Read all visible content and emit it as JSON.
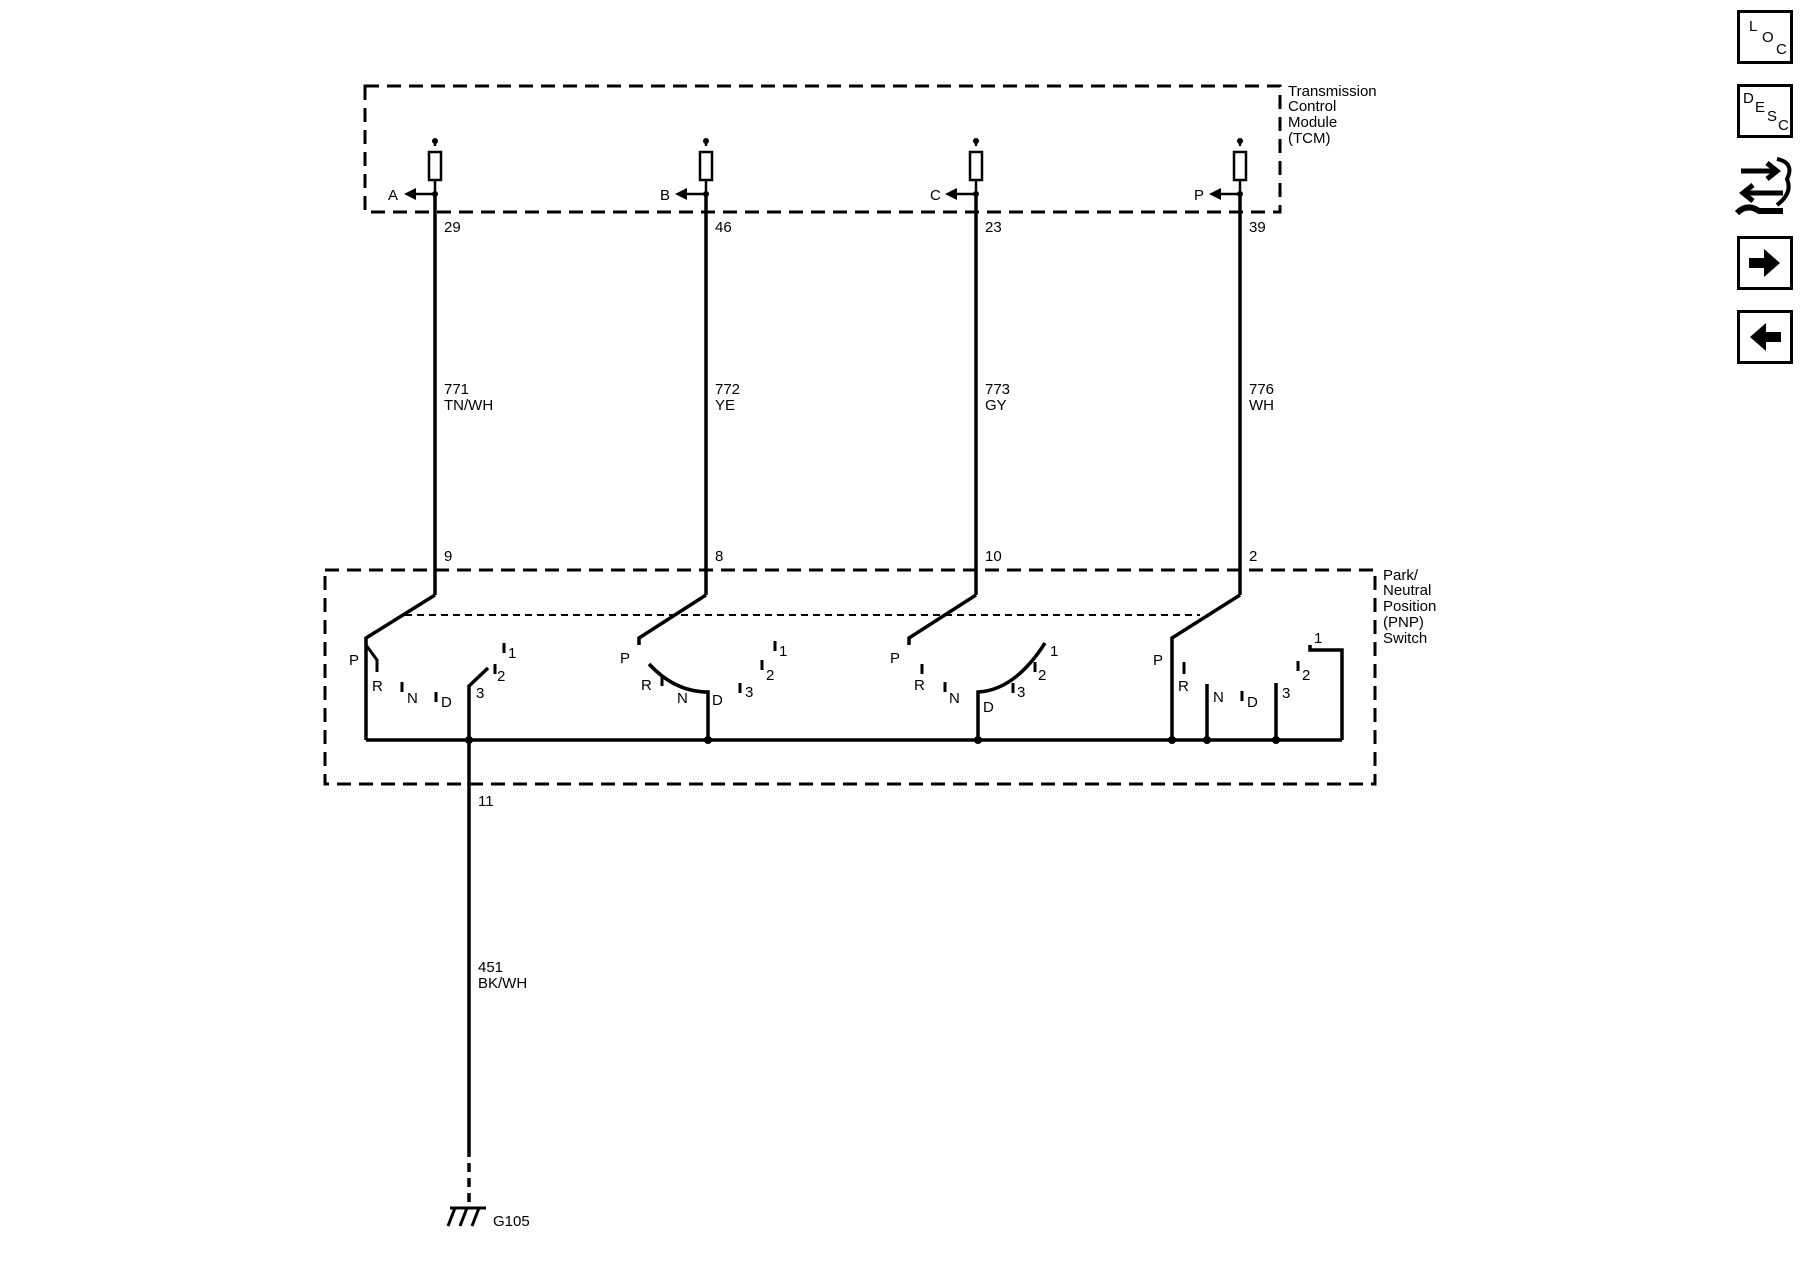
{
  "tcm": {
    "label_lines": [
      "Transmission",
      "Control",
      "Module",
      "(TCM)"
    ]
  },
  "pnp": {
    "label_lines": [
      "Park/",
      "Neutral",
      "Position",
      "(PNP)",
      "Switch"
    ]
  },
  "circuits": [
    {
      "id": "a",
      "input": "A",
      "tcm_pin": "29",
      "circuit": "771",
      "color": "TN/WH",
      "pnp_pin": "9"
    },
    {
      "id": "b",
      "input": "B",
      "tcm_pin": "46",
      "circuit": "772",
      "color": "YE",
      "pnp_pin": "8"
    },
    {
      "id": "c",
      "input": "C",
      "tcm_pin": "23",
      "circuit": "773",
      "color": "GY",
      "pnp_pin": "10"
    },
    {
      "id": "p",
      "input": "P",
      "tcm_pin": "39",
      "circuit": "776",
      "color": "WH",
      "pnp_pin": "2"
    }
  ],
  "switch_sections": [
    {
      "labels": [
        "P",
        "R",
        "N",
        "D",
        "3",
        "2",
        "1"
      ]
    },
    {
      "labels": [
        "P",
        "R",
        "N",
        "D",
        "3",
        "2",
        "1"
      ]
    },
    {
      "labels": [
        "P",
        "R",
        "N",
        "D",
        "3",
        "2",
        "1"
      ]
    },
    {
      "labels": [
        "P",
        "R",
        "N",
        "D",
        "3",
        "2",
        "1"
      ]
    }
  ],
  "ground": {
    "pnp_pin": "11",
    "circuit": "451",
    "color": "BK/WH",
    "ground_id": "G105"
  },
  "sidebar": {
    "loc": [
      "L",
      "O",
      "C"
    ],
    "desc": [
      "D",
      "E",
      "S",
      "C"
    ],
    "icons": [
      "schematic-cycle-icon",
      "arrow-right-icon",
      "arrow-left-icon"
    ]
  }
}
